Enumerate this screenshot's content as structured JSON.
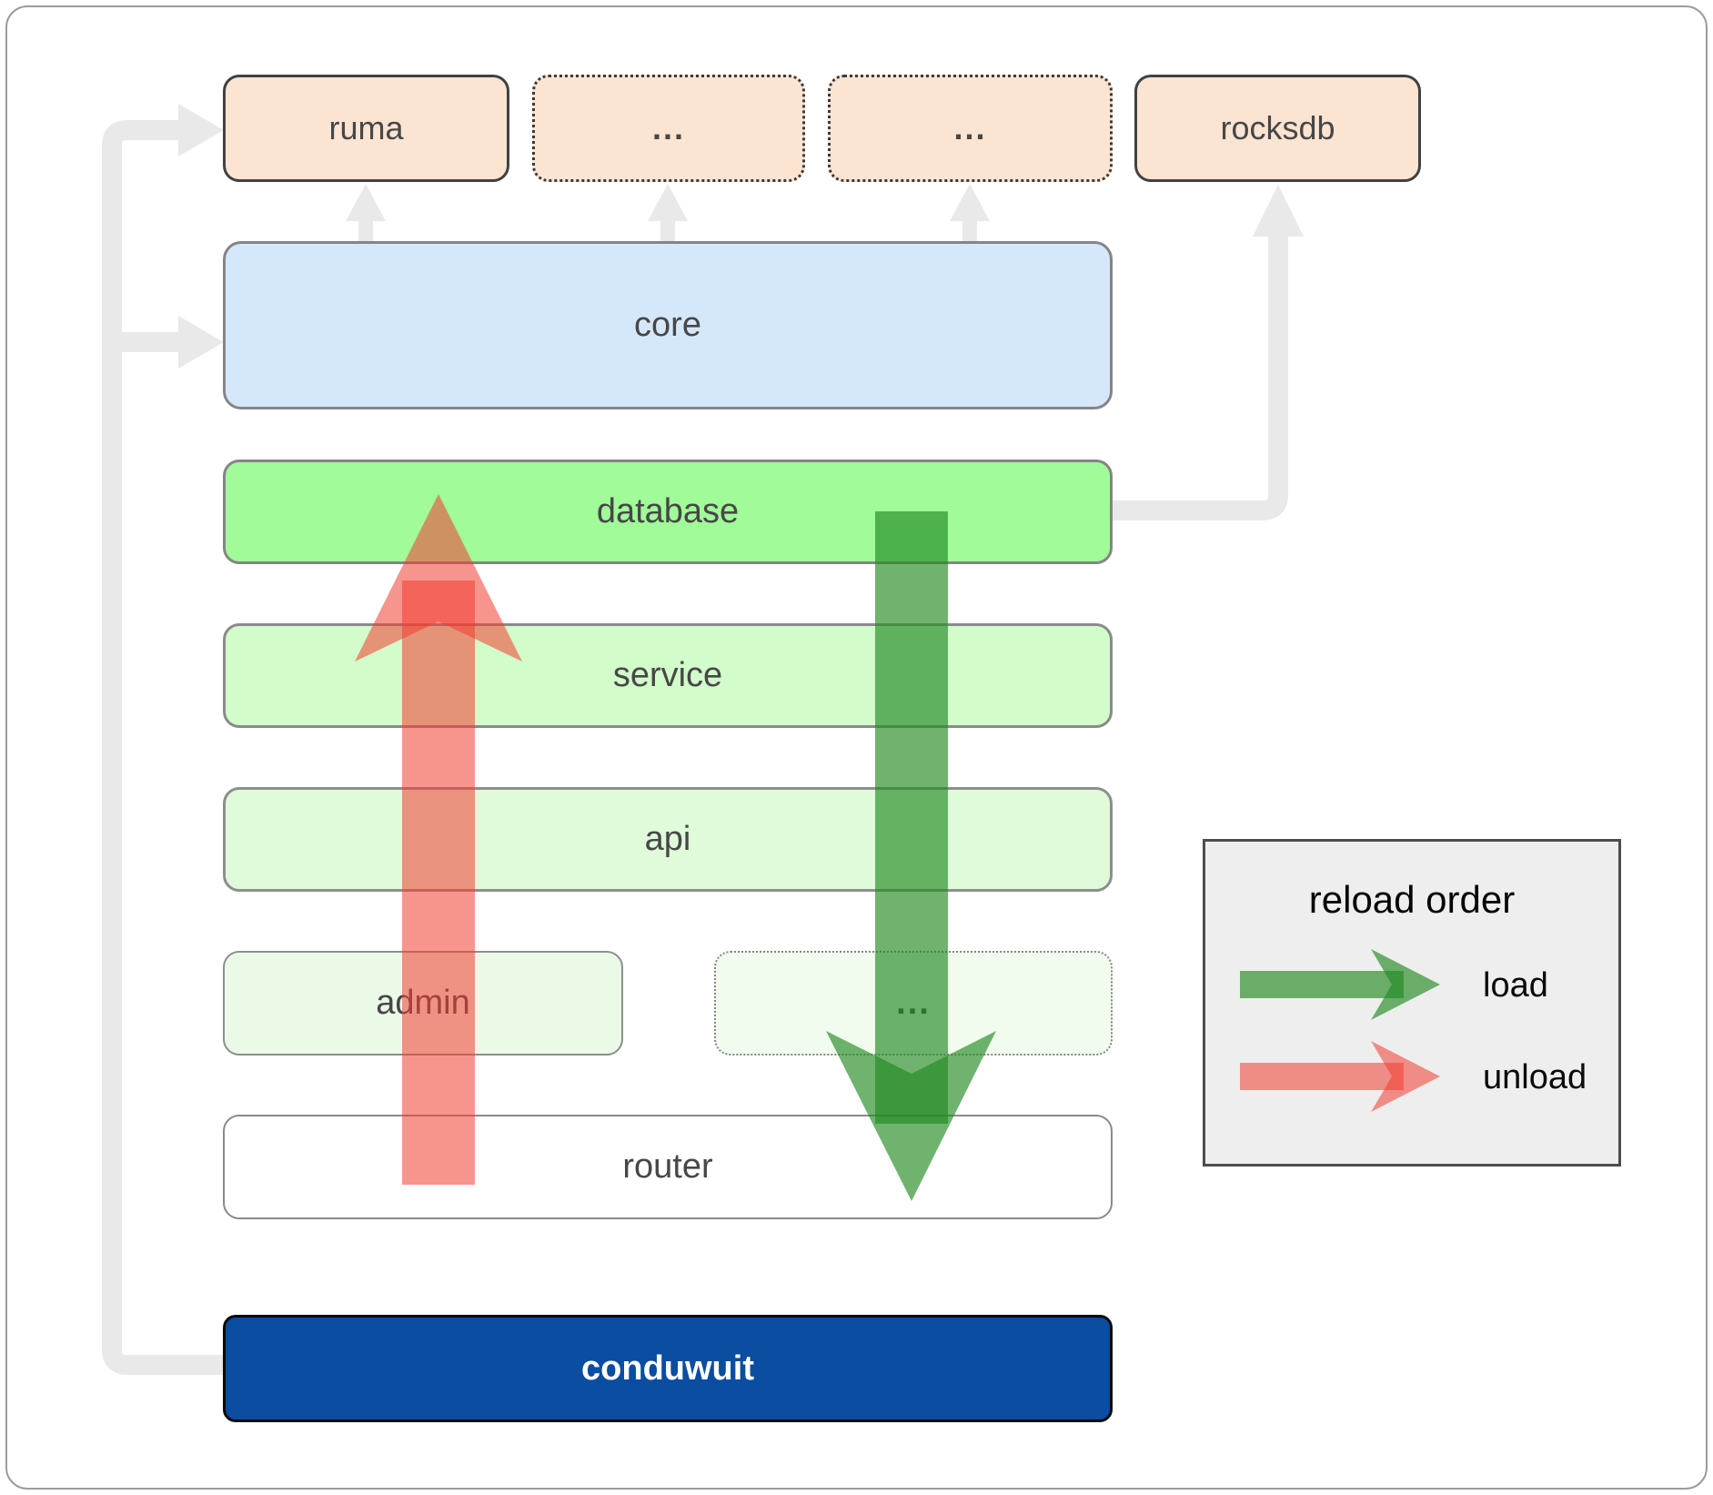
{
  "diagram": {
    "boxes": {
      "ruma": {
        "label": "ruma"
      },
      "dots_top_1": {
        "label": "..."
      },
      "dots_top_2": {
        "label": "..."
      },
      "rocksdb": {
        "label": "rocksdb"
      },
      "core": {
        "label": "core"
      },
      "database": {
        "label": "database"
      },
      "service": {
        "label": "service"
      },
      "api": {
        "label": "api"
      },
      "admin": {
        "label": "admin"
      },
      "dots_admin": {
        "label": "..."
      },
      "router": {
        "label": "router"
      },
      "conduwuit": {
        "label": "conduwuit"
      }
    },
    "legend": {
      "title": "reload order",
      "items": [
        {
          "label": "load",
          "color": "#228b22"
        },
        {
          "label": "unload",
          "color": "#f23c32"
        }
      ]
    },
    "colors": {
      "peach_box": "#fce4d2",
      "core_box": "#d5e8fb",
      "database_box": "#a0fb98",
      "service_box": "#d2fcca",
      "api_box": "#dffbda",
      "admin_box": "#ebfae6",
      "conduwuit_box": "#0a4da1",
      "connector_gray": "#e9e9e9",
      "load_arrow": "#228b22",
      "unload_arrow": "#f23c32",
      "legend_bg": "#eeeeee"
    }
  }
}
